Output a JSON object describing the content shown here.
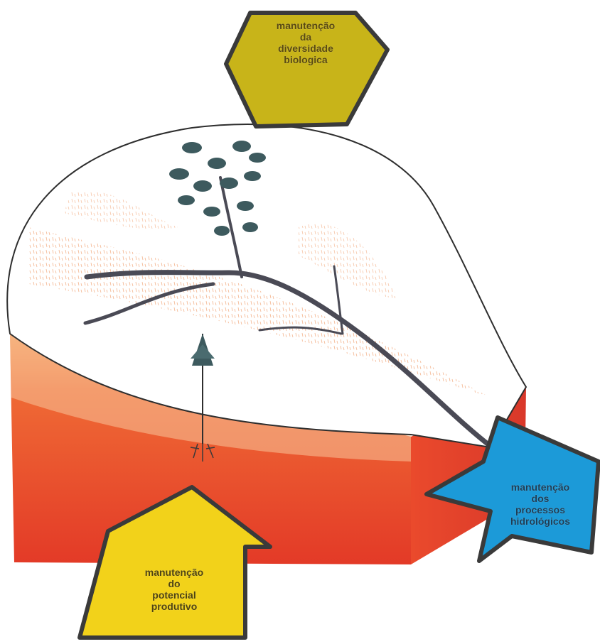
{
  "labels": {
    "biodiversity": [
      "manutenção",
      "da",
      "diversidade",
      "biologica"
    ],
    "hydrological": [
      "manutenção",
      "dos",
      "processos",
      "hidrológicos"
    ],
    "productive": [
      "manutenção",
      "do",
      "potencial",
      "produtivo"
    ]
  },
  "colors": {
    "soil_red": "#e8402a",
    "soil_orange": "#f2763a",
    "biodiversity_fill": "#c8b419",
    "hydrological_fill": "#1c9ad8",
    "productive_fill": "#f2d21a",
    "outline": "#3a3a3a",
    "tree": "#3d5a5e",
    "stream": "#4a4a55"
  }
}
